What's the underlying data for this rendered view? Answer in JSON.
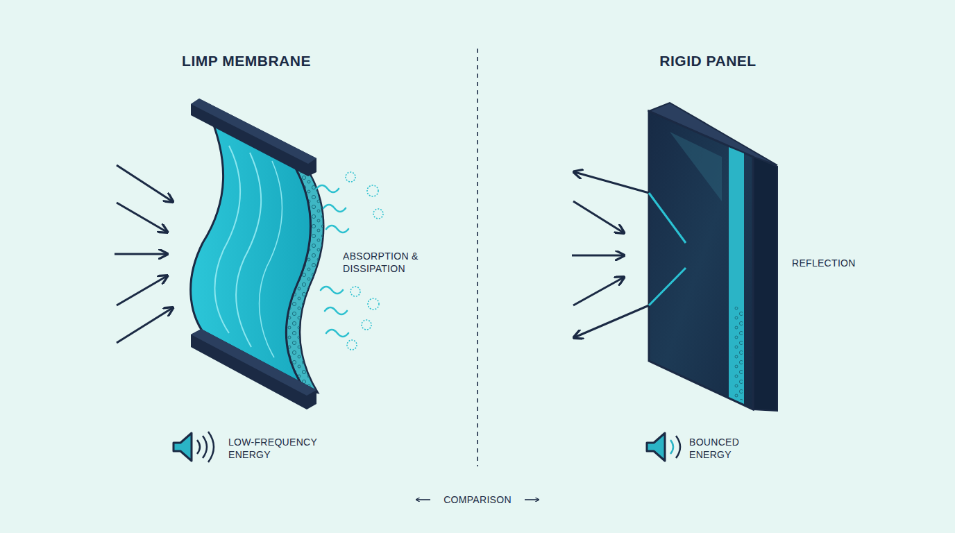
{
  "diagram": {
    "labels": [
      "LIMP MEMBRANE",
      "RIGID PANEL",
      "ABSORPTION & DISSIPATION",
      "REFLECTION",
      "LOW-FREQUENCY ENERGY",
      "BOUNCED ENERGY",
      "COMPARISON"
    ]
  }
}
